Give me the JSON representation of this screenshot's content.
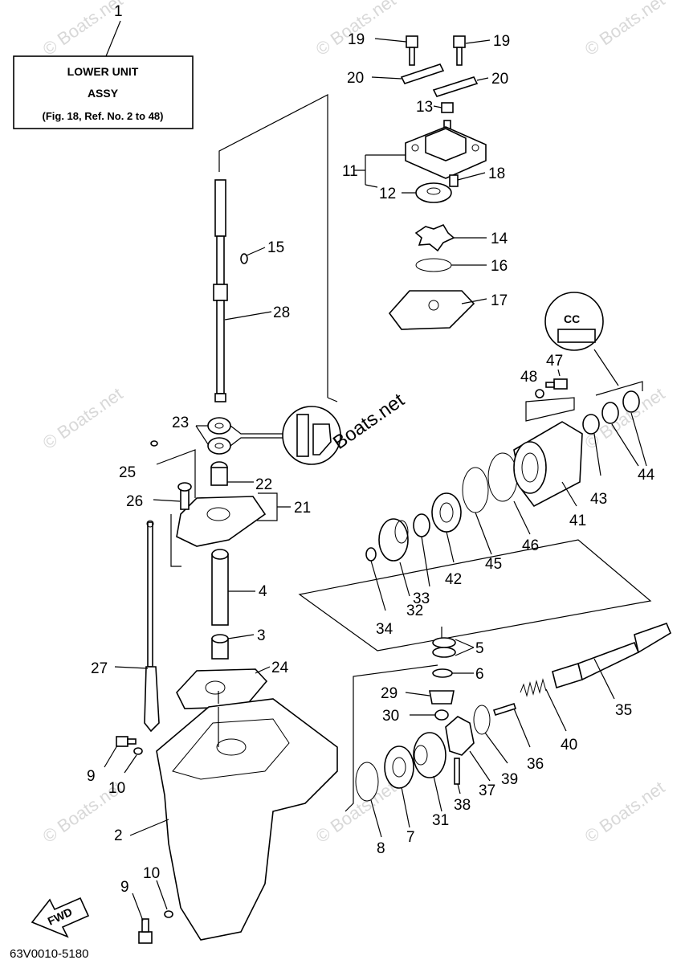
{
  "title_box": {
    "ref": "1",
    "line1": "LOWER UNIT",
    "line2": "ASSY",
    "line3": "(Fig. 18, Ref. No. 2 to 48)"
  },
  "watermark": "© Boats.net",
  "brand_label": "Boats.net",
  "fwd_label": "FWD",
  "icon_label": "CC",
  "diagram_code": "63V0010-5180",
  "callouts": [
    "2",
    "3",
    "4",
    "5",
    "6",
    "7",
    "8",
    "9",
    "9",
    "10",
    "10",
    "11",
    "12",
    "13",
    "14",
    "15",
    "16",
    "17",
    "18",
    "19",
    "19",
    "20",
    "20",
    "21",
    "22",
    "23",
    "24",
    "25",
    "26",
    "27",
    "28",
    "29",
    "30",
    "31",
    "32",
    "33",
    "34",
    "35",
    "36",
    "37",
    "38",
    "39",
    "40",
    "41",
    "42",
    "43",
    "44",
    "45",
    "46",
    "47",
    "48"
  ]
}
